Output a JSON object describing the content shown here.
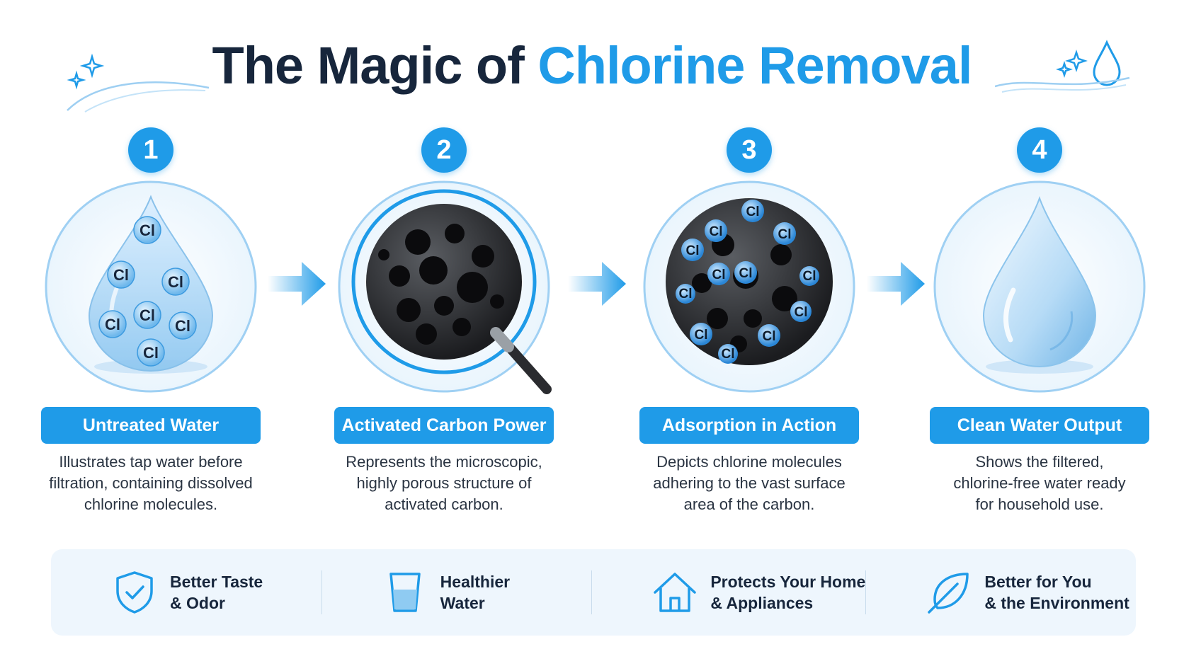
{
  "title": {
    "part1": "The Magic of ",
    "part2": "Chlorine Removal"
  },
  "colors": {
    "accent": "#1f9be8",
    "dark": "#17263c",
    "benefit_bg": "#eef6fd"
  },
  "molecule_label": "Cl",
  "steps": [
    {
      "number": "1",
      "label": "Untreated Water",
      "desc": [
        "Illustrates tap water before",
        "filtration, containing dissolved",
        "chlorine molecules."
      ],
      "icon": "water-drop-with-chlorine-icon"
    },
    {
      "number": "2",
      "label": "Activated Carbon Power",
      "desc": [
        "Represents the microscopic,",
        "highly porous structure of",
        "activated carbon."
      ],
      "icon": "magnified-carbon-icon"
    },
    {
      "number": "3",
      "label": "Adsorption in Action",
      "desc": [
        "Depicts chlorine molecules",
        "adhering to the vast surface",
        "area of the carbon."
      ],
      "icon": "carbon-with-chlorine-icon"
    },
    {
      "number": "4",
      "label": "Clean Water Output",
      "desc": [
        "Shows the filtered,",
        "chlorine-free water ready",
        "for household use."
      ],
      "icon": "clean-water-drop-icon"
    }
  ],
  "benefits": [
    {
      "line1": "Better Taste",
      "line2": "& Odor",
      "icon": "shield-check-icon"
    },
    {
      "line1": "Healthier",
      "line2": "Water",
      "icon": "water-glass-icon"
    },
    {
      "line1": "Protects Your Home",
      "line2": "& Appliances",
      "icon": "house-icon"
    },
    {
      "line1": "Better for You",
      "line2": "& the Environment",
      "icon": "leaf-icon"
    }
  ]
}
